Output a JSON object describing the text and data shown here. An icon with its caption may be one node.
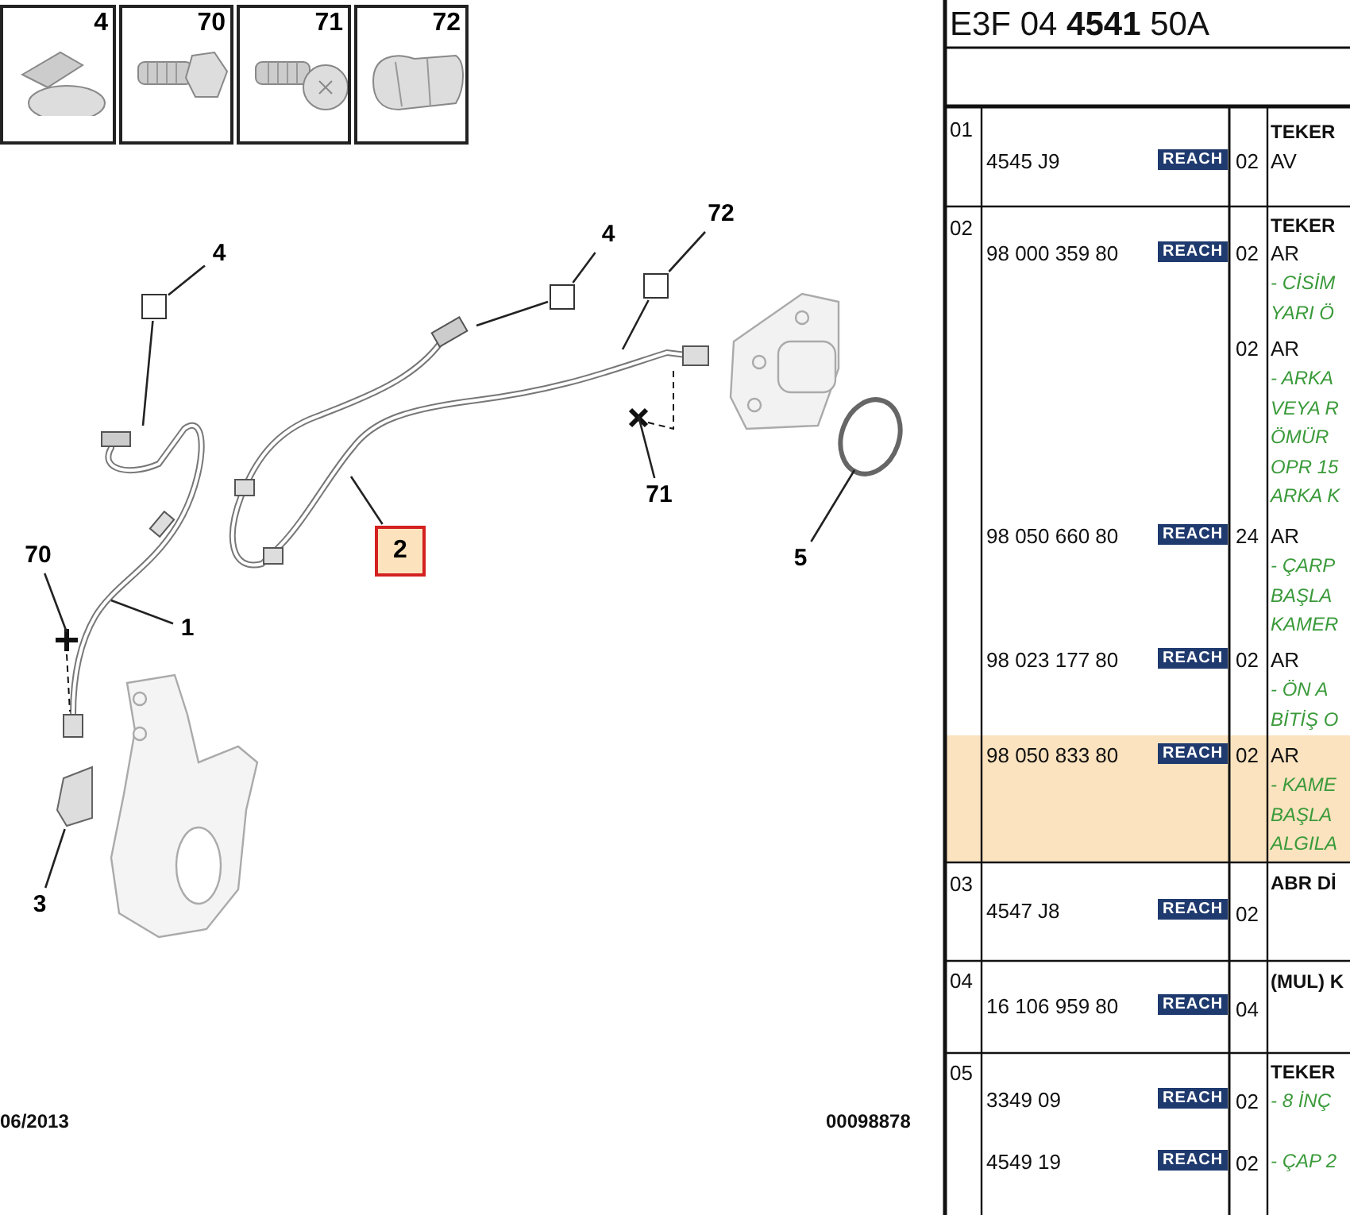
{
  "diagram": {
    "nodes": [
      {
        "text": [
          "4"
        ]
      },
      {
        "text": [
          "70"
        ]
      },
      {
        "text": [
          "71"
        ]
      },
      {
        "text": [
          "72"
        ]
      },
      {
        "text": [
          "4"
        ]
      },
      {
        "text": [],
        "shape": "box"
      },
      {
        "text": [
          "4"
        ]
      },
      {
        "text": [],
        "shape": "box"
      },
      {
        "text": [
          "72"
        ]
      },
      {
        "text": [],
        "shape": "box"
      },
      {
        "text": [
          "71"
        ]
      },
      {
        "text": [
          "70"
        ]
      },
      {
        "text": [
          "1"
        ]
      },
      {
        "text": [
          "2"
        ]
      },
      {
        "text": [
          "5"
        ]
      },
      {
        "text": [
          "3"
        ]
      },
      {
        "text": [],
        "shape": "picture"
      }
    ],
    "edges": [
      {
        "from": 4,
        "to": 5,
        "arrow": "none"
      },
      {
        "from": 5,
        "to": null,
        "arrow": "none"
      },
      {
        "from": 6,
        "to": 7,
        "arrow": "none"
      },
      {
        "from": 7,
        "to": null,
        "arrow": "none"
      },
      {
        "from": 8,
        "to": 9,
        "arrow": "none"
      },
      {
        "from": 9,
        "to": null,
        "arrow": "none"
      },
      {
        "from": 10,
        "to": null,
        "arrow": "none"
      },
      {
        "from": 11,
        "to": null,
        "arrow": "none"
      },
      {
        "from": 12,
        "to": null,
        "arrow": "none"
      },
      {
        "from": 13,
        "to": null,
        "arrow": "none"
      },
      {
        "from": 14,
        "to": null,
        "arrow": "none"
      },
      {
        "from": 15,
        "to": 16,
        "arrow": "none"
      }
    ],
    "labels": [
      "E3F 04 **4541** 50A",
      "01",
      "4545 J9",
      "REACH",
      "02",
      "TEKER",
      "AV",
      "02",
      "98 000 359 80",
      "REACH",
      "02",
      "TEKER",
      "AR",
      "- CİSİM YARI Ö",
      "02",
      "AR",
      "- ARKA VEYA R ÖMÜR OPR 15 ARKA K",
      "98 050 660 80",
      "REACH",
      "24",
      "AR",
      "- ÇARP BAŞLA KAMER",
      "98 023 177 80",
      "REACH",
      "02",
      "AR",
      "- ÖN A BİTİŞ O",
      "98 050 833 80",
      "REACH",
      "02",
      "AR",
      "- KAME BAŞLA ALGILA",
      "03",
      "4547 J8",
      "REACH",
      "02",
      "ABR Dİ",
      "04",
      "16 106 959 80",
      "REACH",
      "04",
      "(MUL) K",
      "05",
      "3349 09",
      "REACH",
      "02",
      "TEKER",
      "- 8 İNÇ",
      "4549 19",
      "REACH",
      "02",
      "- ÇAP 2",
      "06/2013",
      "00098878"
    ]
  }
}
